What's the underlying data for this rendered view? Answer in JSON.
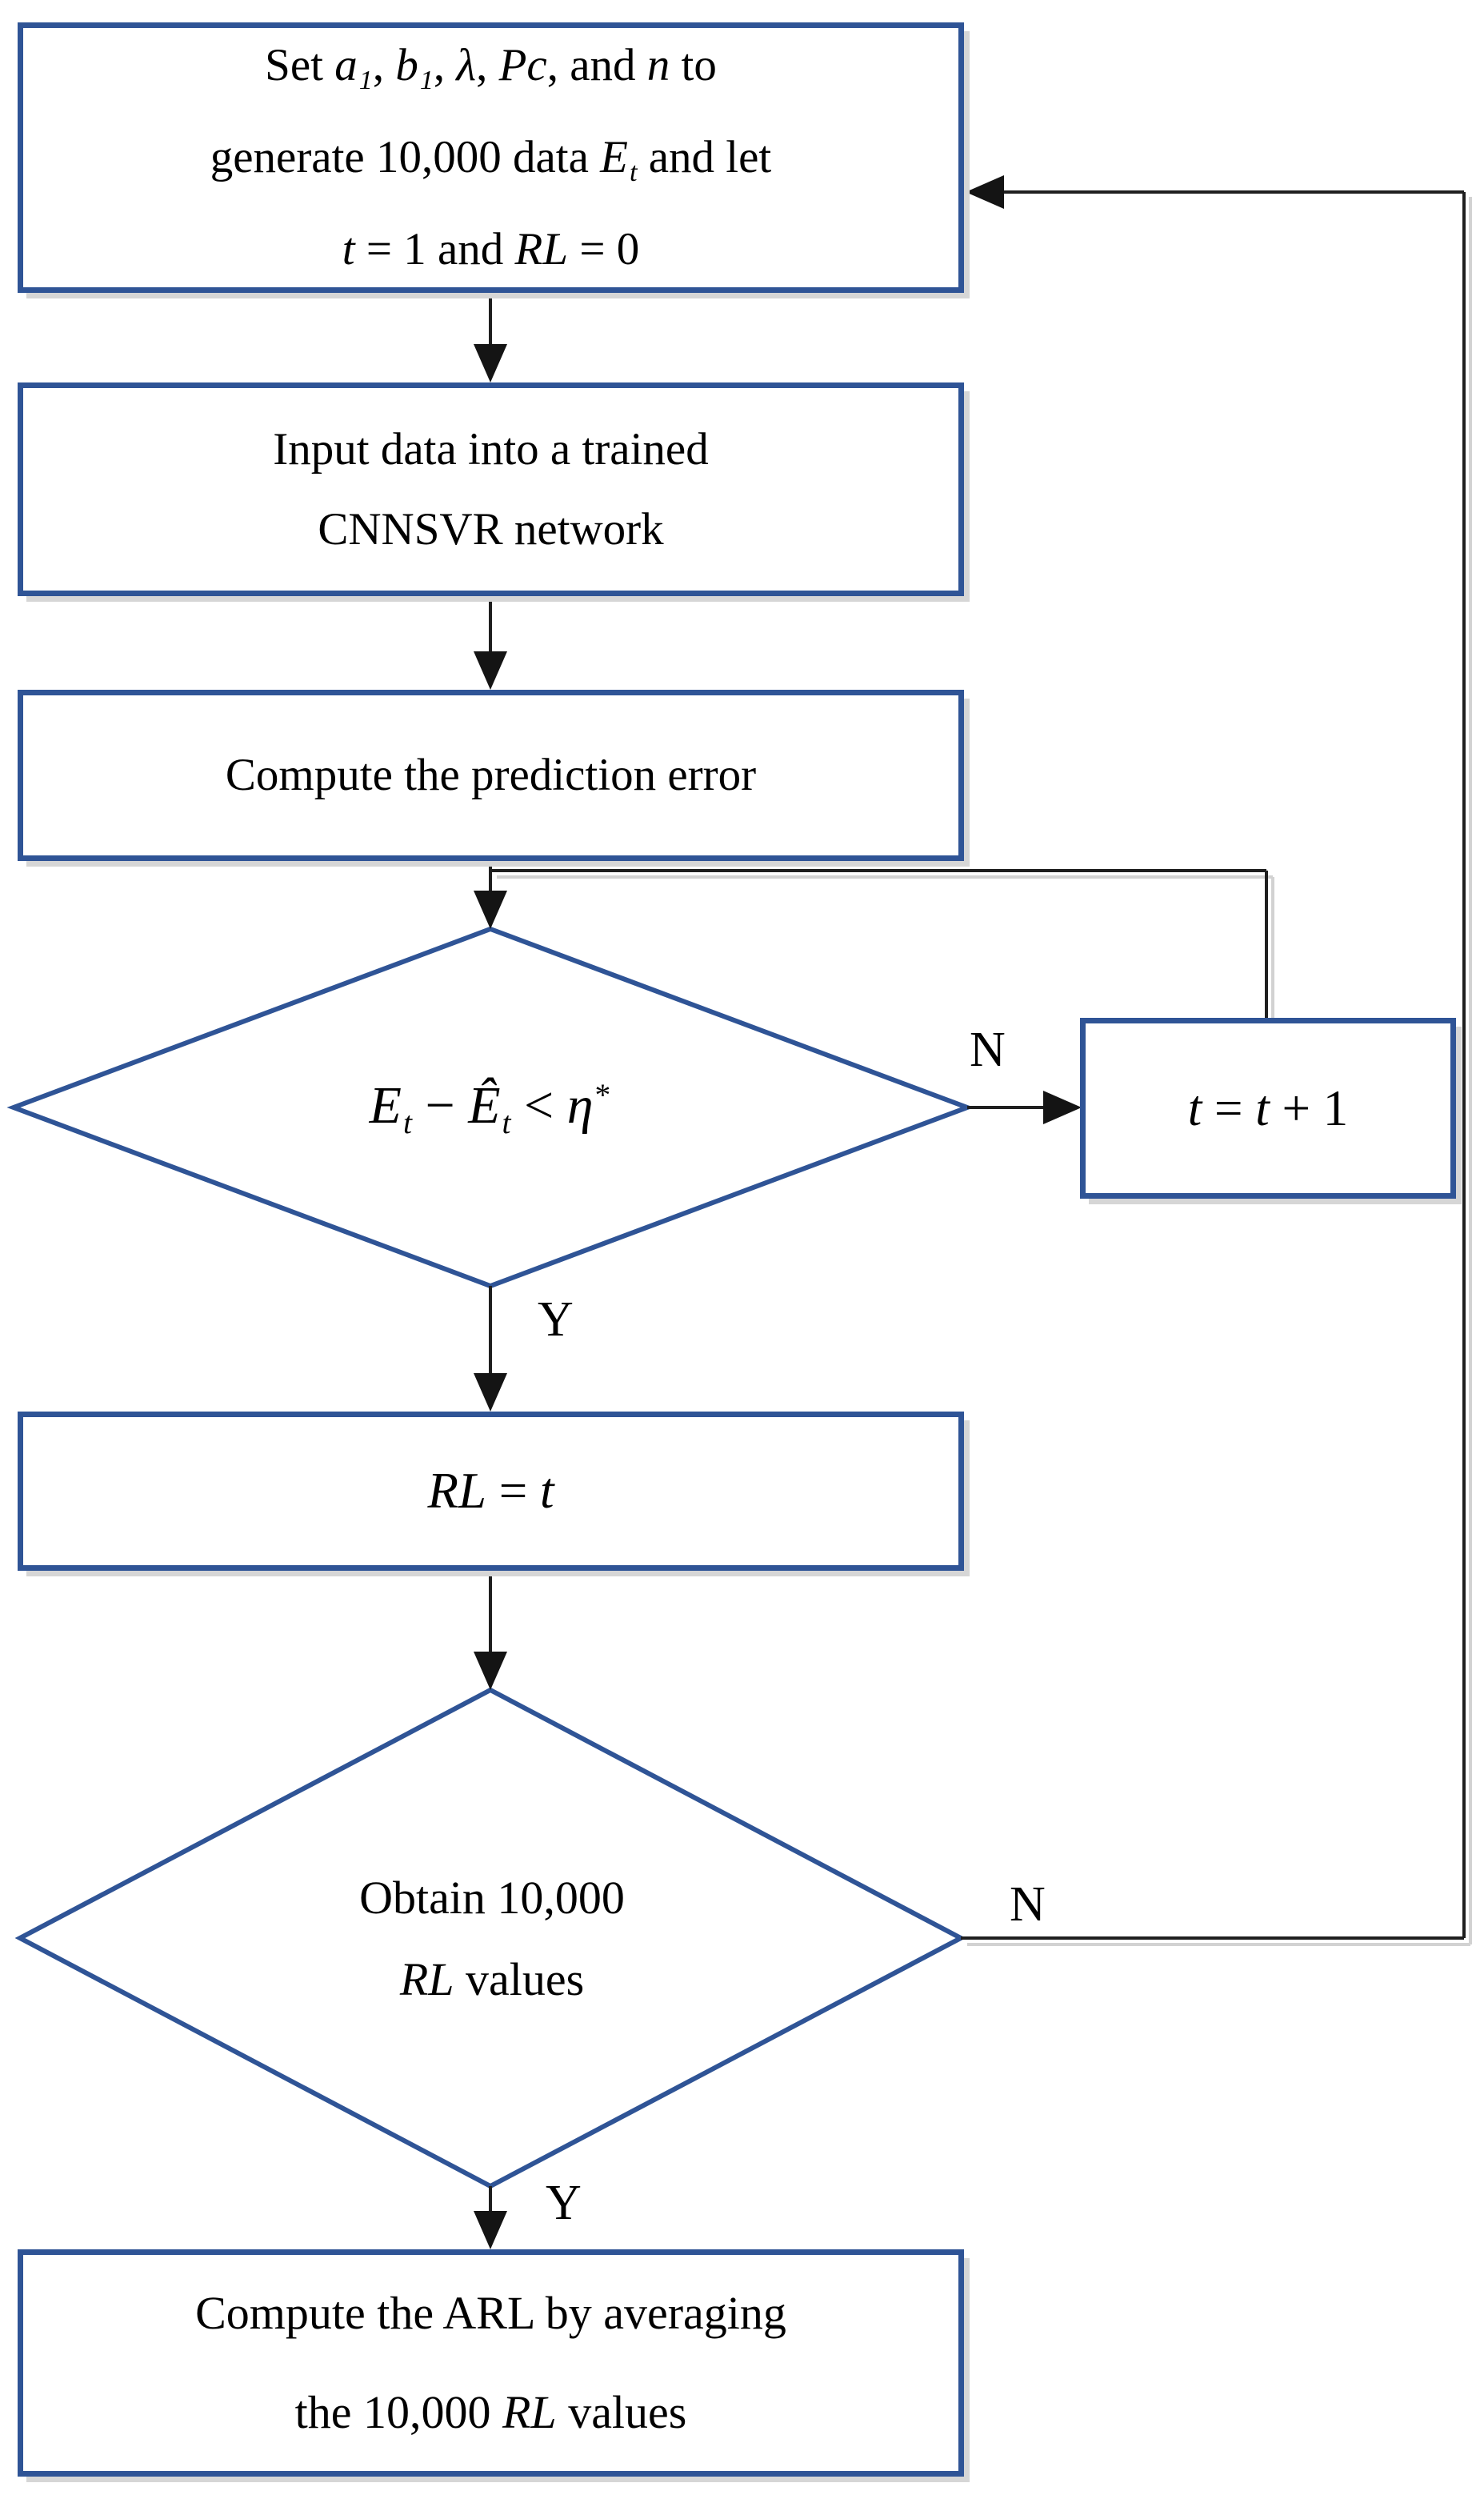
{
  "figure": {
    "type": "flowchart",
    "description": "ARL simulation procedure flowchart with CNNSVR network"
  },
  "colors": {
    "shape_border": "#2F5496",
    "connector": "#1f1f1f",
    "shadow": "#d6d6d6",
    "text": "#000000",
    "background": "#ffffff"
  },
  "labels": {
    "no1": "N",
    "yes1": "Y",
    "no2": "N",
    "yes2": "Y"
  },
  "nodes": {
    "init": {
      "shape": "rect",
      "lines": [
        [
          {
            "t": "Set ",
            "s": "plain"
          },
          {
            "t": "a",
            "s": "var"
          },
          {
            "t": "1",
            "s": "sub"
          },
          {
            "t": ", ",
            "s": "plain"
          },
          {
            "t": "b",
            "s": "var"
          },
          {
            "t": "1",
            "s": "sub"
          },
          {
            "t": ", ",
            "s": "plain"
          },
          {
            "t": "λ",
            "s": "var"
          },
          {
            "t": ", ",
            "s": "plain"
          },
          {
            "t": "Pc",
            "s": "var"
          },
          {
            "t": ", and ",
            "s": "plain"
          },
          {
            "t": "n",
            "s": "var"
          },
          {
            "t": " to",
            "s": "plain"
          }
        ],
        [
          {
            "t": "generate 10,000 data ",
            "s": "plain"
          },
          {
            "t": "E",
            "s": "var"
          },
          {
            "t": "t",
            "s": "sub"
          },
          {
            "t": " and let",
            "s": "plain"
          }
        ],
        [
          {
            "t": "t",
            "s": "var"
          },
          {
            "t": " = 1 and ",
            "s": "plain"
          },
          {
            "t": "RL",
            "s": "var"
          },
          {
            "t": " = 0",
            "s": "plain"
          }
        ]
      ]
    },
    "input": {
      "shape": "rect",
      "lines": [
        [
          {
            "t": "Input data into a trained",
            "s": "plain"
          }
        ],
        [
          {
            "t": "CNNSVR network",
            "s": "plain"
          }
        ]
      ]
    },
    "error": {
      "shape": "rect",
      "lines": [
        [
          {
            "t": "Compute the prediction error",
            "s": "plain"
          }
        ]
      ]
    },
    "decision1": {
      "shape": "diamond",
      "lines": [
        [
          {
            "t": "E",
            "s": "var"
          },
          {
            "t": "t",
            "s": "sub"
          },
          {
            "t": " − ",
            "s": "plain"
          },
          {
            "t": "Ê",
            "s": "var"
          },
          {
            "t": "t",
            "s": "sub"
          },
          {
            "t": " < ",
            "s": "plain"
          },
          {
            "t": "η",
            "s": "var"
          },
          {
            "t": "*",
            "s": "sup"
          }
        ]
      ]
    },
    "increment": {
      "shape": "rect",
      "lines": [
        [
          {
            "t": "t",
            "s": "var"
          },
          {
            "t": " = ",
            "s": "plain"
          },
          {
            "t": "t",
            "s": "var"
          },
          {
            "t": " + 1",
            "s": "plain"
          }
        ]
      ]
    },
    "assign": {
      "shape": "rect",
      "lines": [
        [
          {
            "t": "RL",
            "s": "var"
          },
          {
            "t": " = ",
            "s": "plain"
          },
          {
            "t": "t",
            "s": "var"
          }
        ]
      ]
    },
    "decision2": {
      "shape": "diamond",
      "lines": [
        [
          {
            "t": "Obtain 10,000",
            "s": "plain"
          }
        ],
        [
          {
            "t": "RL",
            "s": "var"
          },
          {
            "t": " values",
            "s": "plain"
          }
        ]
      ]
    },
    "final": {
      "shape": "rect",
      "lines": [
        [
          {
            "t": "Compute the ARL by averaging",
            "s": "plain"
          }
        ],
        [
          {
            "t": "the 10,000 ",
            "s": "plain"
          },
          {
            "t": "RL",
            "s": "var"
          },
          {
            "t": " values",
            "s": "plain"
          }
        ]
      ]
    }
  }
}
